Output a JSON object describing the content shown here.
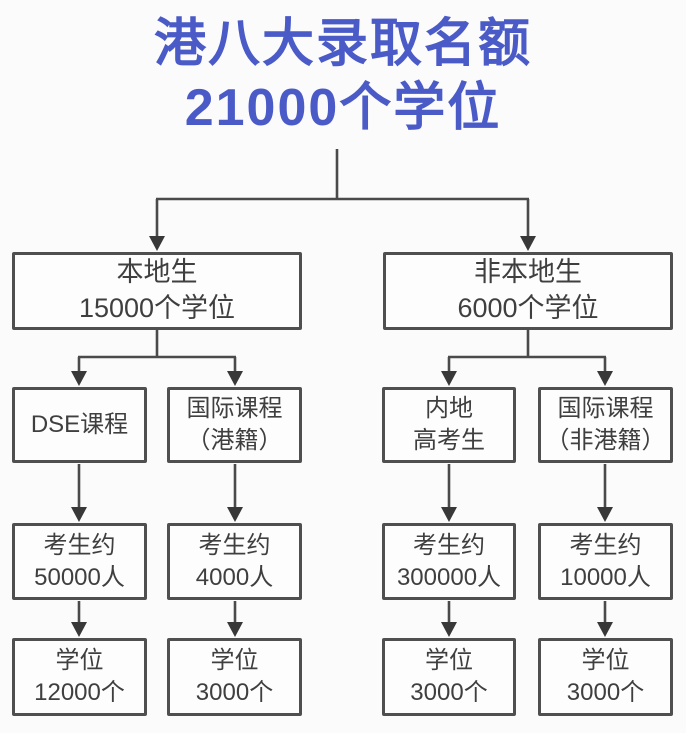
{
  "title": {
    "line1": "港八大录取名额",
    "line2": "21000个学位"
  },
  "colors": {
    "title_blue": "#4a5bc8",
    "connector_gray": "#4a4a4a",
    "arrowhead_dark": "#383838",
    "box_border_gray": "#4f4f4f",
    "text_gray": "#3f3f3f"
  },
  "nodes": {
    "local": {
      "line1": "本地生",
      "line2": "15000个学位"
    },
    "nonlocal": {
      "line1": "非本地生",
      "line2": "6000个学位"
    },
    "dse": {
      "line1": "DSE课程"
    },
    "intl_hk": {
      "line1": "国际课程",
      "line2": "（港籍）"
    },
    "mainland_gaokao": {
      "line1": "内地",
      "line2": "高考生"
    },
    "intl_nonhk": {
      "line1": "国际课程",
      "line2": "（非港籍）"
    },
    "dse_candidates": {
      "line1": "考生约",
      "line2": "50000人"
    },
    "intl_hk_candidates": {
      "line1": "考生约",
      "line2": "4000人"
    },
    "gaokao_candidates": {
      "line1": "考生约",
      "line2": "300000人"
    },
    "intl_nonhk_candidates": {
      "line1": "考生约",
      "line2": "10000人"
    },
    "dse_seats": {
      "line1": "学位",
      "line2": "12000个"
    },
    "intl_hk_seats": {
      "line1": "学位",
      "line2": "3000个"
    },
    "gaokao_seats": {
      "line1": "学位",
      "line2": "3000个"
    },
    "intl_nonhk_seats": {
      "line1": "学位",
      "line2": "3000个"
    }
  }
}
